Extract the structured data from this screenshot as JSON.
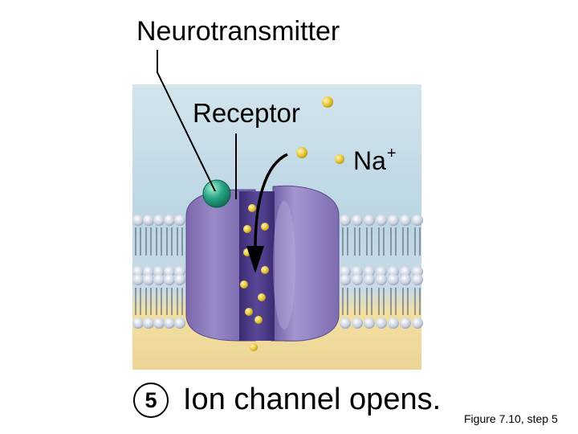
{
  "labels": {
    "neurotransmitter": "Neurotransmitter",
    "receptor": "Receptor",
    "ion_base": "Na",
    "ion_charge": "+"
  },
  "step": {
    "number": "5",
    "caption": "Ion channel opens."
  },
  "figure_ref": "Figure 7.10, step 5",
  "colors": {
    "background_top": "#c7dde8",
    "background_bottom": "#f0dc9c",
    "protein": "#8a78b8",
    "protein_dark": "#4e3a88",
    "neurotransmitter_ball": "#2aa586",
    "ion": "#e6c83a"
  }
}
